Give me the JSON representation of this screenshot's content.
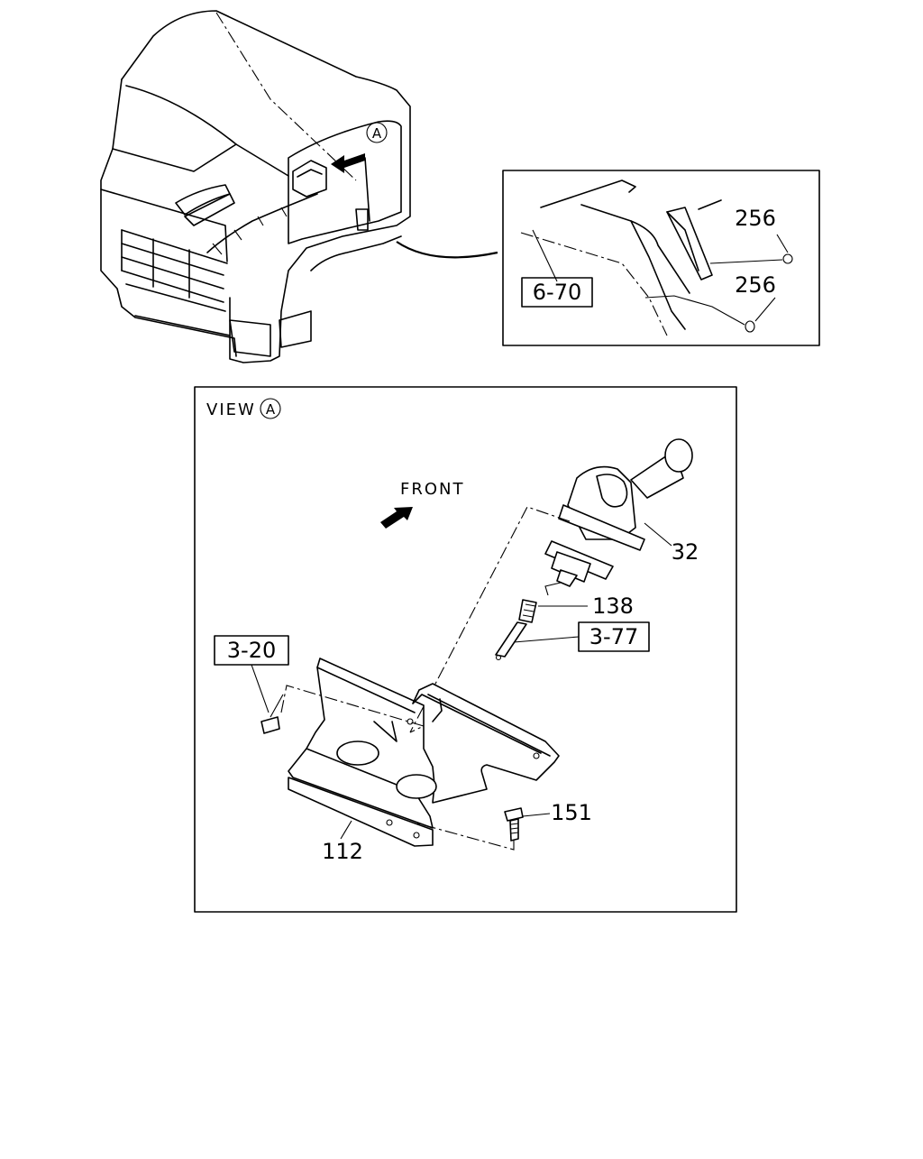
{
  "view_title": "VIEW",
  "marker_letter": "A",
  "front_label": "FRONT",
  "callouts": {
    "ref_6_70": "6-70",
    "part_256_upper": "256",
    "part_256_lower": "256",
    "part_32": "32",
    "part_138": "138",
    "ref_3_77": "3-77",
    "ref_3_20": "3-20",
    "part_151": "151",
    "part_112": "112"
  }
}
